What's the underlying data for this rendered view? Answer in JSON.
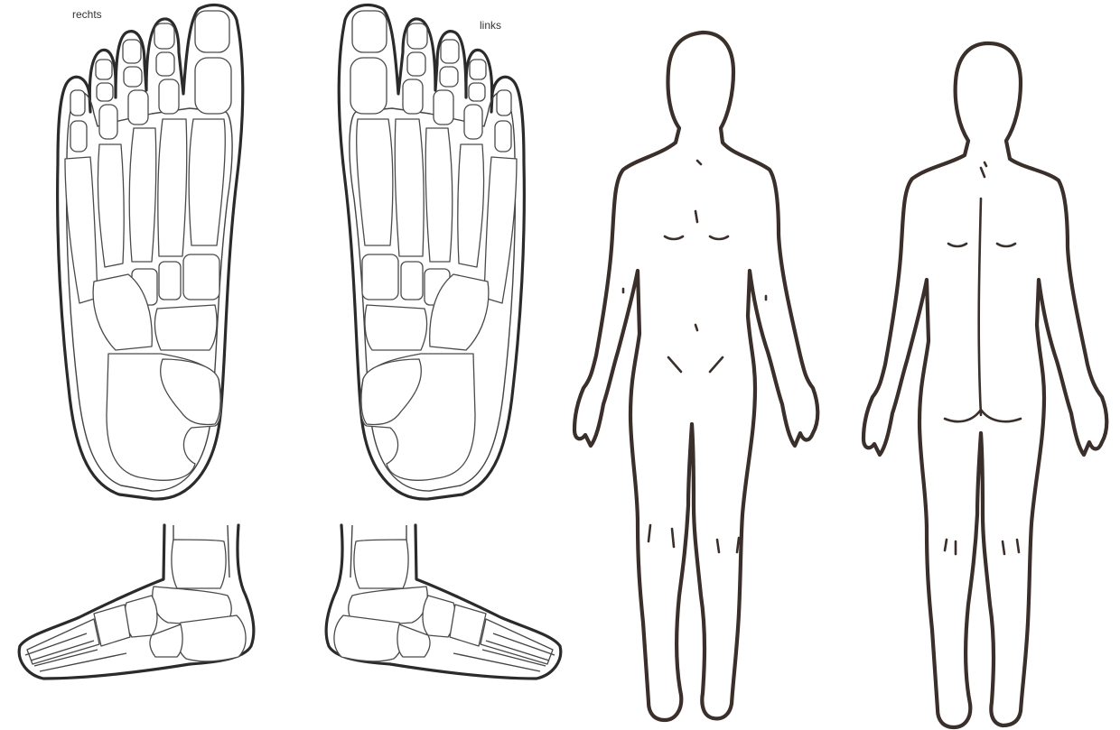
{
  "labels": {
    "right_foot": "rechts",
    "left_foot": "links"
  },
  "figures": {
    "foot_diagrams": [
      "right-sole-skeleton",
      "left-sole-skeleton",
      "right-side-skeleton",
      "left-side-skeleton"
    ],
    "body_views": [
      "front-view",
      "back-view"
    ]
  },
  "colors": {
    "background": "#ffffff",
    "foot_outline": "#2b2b2b",
    "body_outline": "#3a2f2a"
  }
}
